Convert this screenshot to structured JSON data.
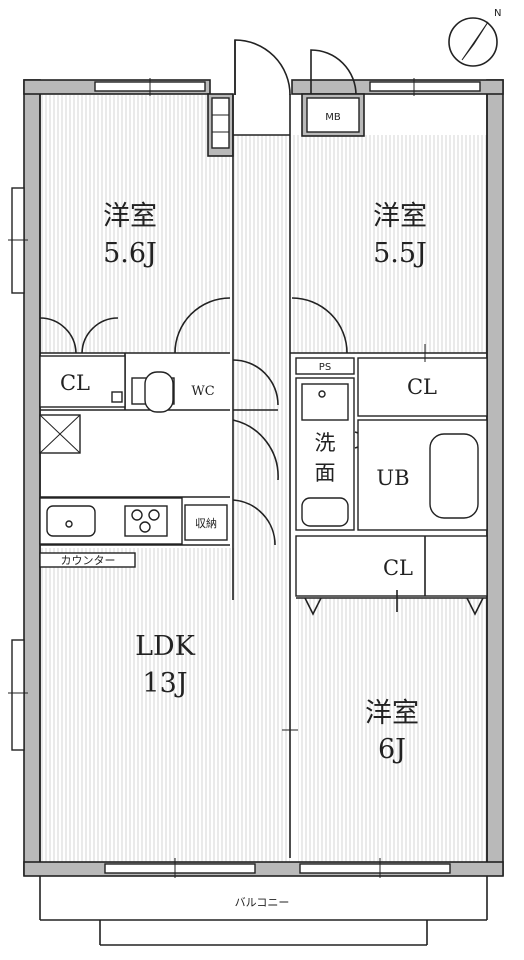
{
  "rooms": {
    "room_nw": {
      "name": "洋室",
      "size": "5.6J"
    },
    "room_ne": {
      "name": "洋室",
      "size": "5.5J"
    },
    "room_se": {
      "name": "洋室",
      "size": "6J"
    },
    "ldk": {
      "name": "LDK",
      "size": "13J"
    }
  },
  "labels": {
    "mb": "MB",
    "cl_west": "CL",
    "wc": "WC",
    "ps": "PS",
    "cl_east": "CL",
    "washroom": [
      "洗",
      "面"
    ],
    "ub": "UB",
    "storage": "収納",
    "cl_south": "CL",
    "counter": "カウンター",
    "balcony": "バルコニー",
    "north": "N"
  }
}
